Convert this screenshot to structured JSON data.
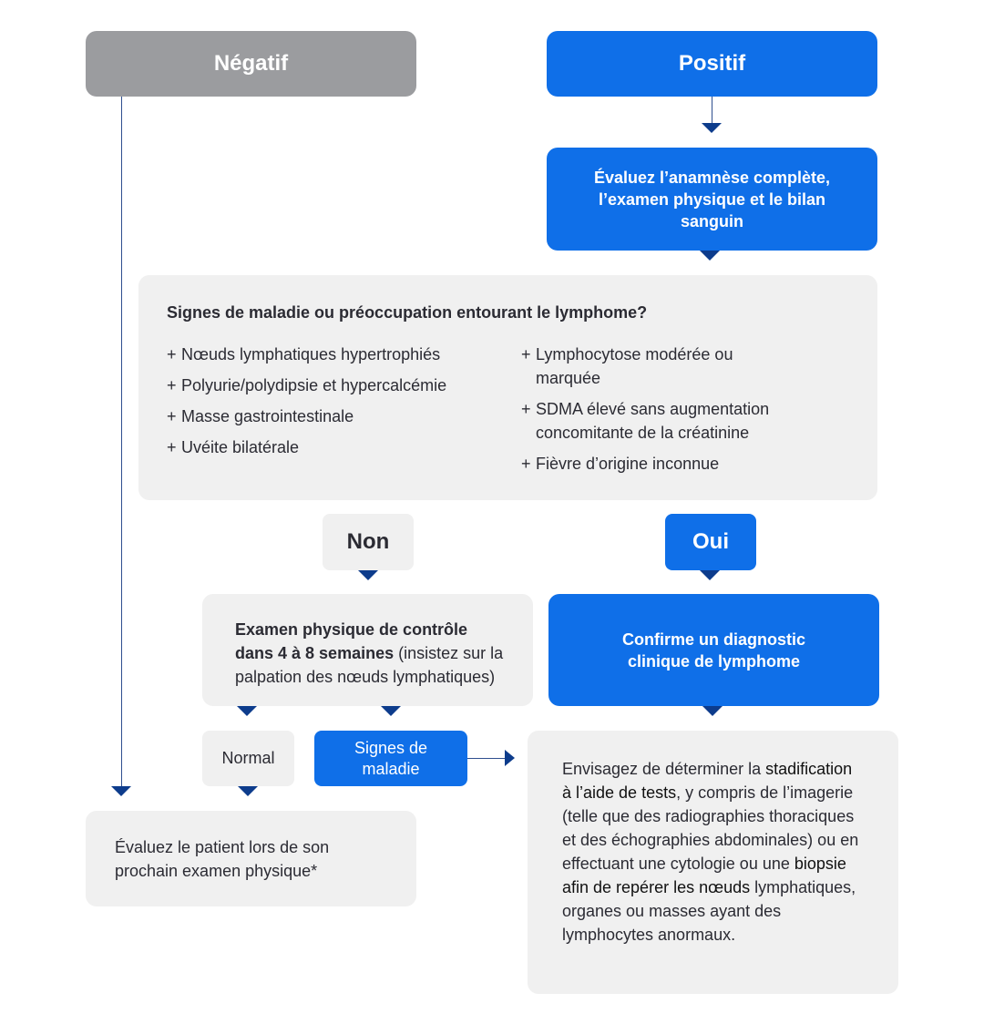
{
  "negative": "Négatif",
  "positive": "Positif",
  "evaluate_history": "Évaluez l’anamnèse complète, l’examen physique et le bilan sanguin",
  "signs": {
    "question": "Signes de maladie ou préoccupation entourant le lymphome?",
    "plus": "+",
    "left": [
      "Nœuds lymphatiques hypertrophiés",
      "Polyurie/polydipsie et hypercalcémie",
      "Masse gastrointestinale",
      "Uvéite bilatérale"
    ],
    "right": [
      "Lymphocytose modérée ou marquée",
      "SDMA élevé sans augmentation concomitante de la créatinine",
      "Fièvre d’origine inconnue"
    ]
  },
  "no": "Non",
  "yes": "Oui",
  "recheck": {
    "bold": "Examen physique de contrôle dans 4 à 8 semaines",
    "rest": " (insistez sur la palpation des nœuds lymphatiques)"
  },
  "confirm": "Confirme un diagnostic clinique de lymphome",
  "normal": "Normal",
  "disease_signs": "Signes de maladie",
  "next_exam": "Évaluez le patient lors de son prochain examen physique*",
  "staging": {
    "part1": "Envisagez de déterminer la ",
    "part2": "stadification à l’aide de tests",
    "part3": ", y compris de l’imagerie (telle que des radiographies thoraciques et des échographies abdominales) ou en effectuant une cytologie ou une ",
    "part4": "biopsie afin de repérer les nœuds",
    "part5": " lymphatiques, organes ou masses ayant des lymphocytes anormaux."
  },
  "colors": {
    "blue": "#0f6fe8",
    "gray_box": "#f0f0f0",
    "gray_header": "#9b9c9f",
    "arrow": "#0d3c8c"
  }
}
